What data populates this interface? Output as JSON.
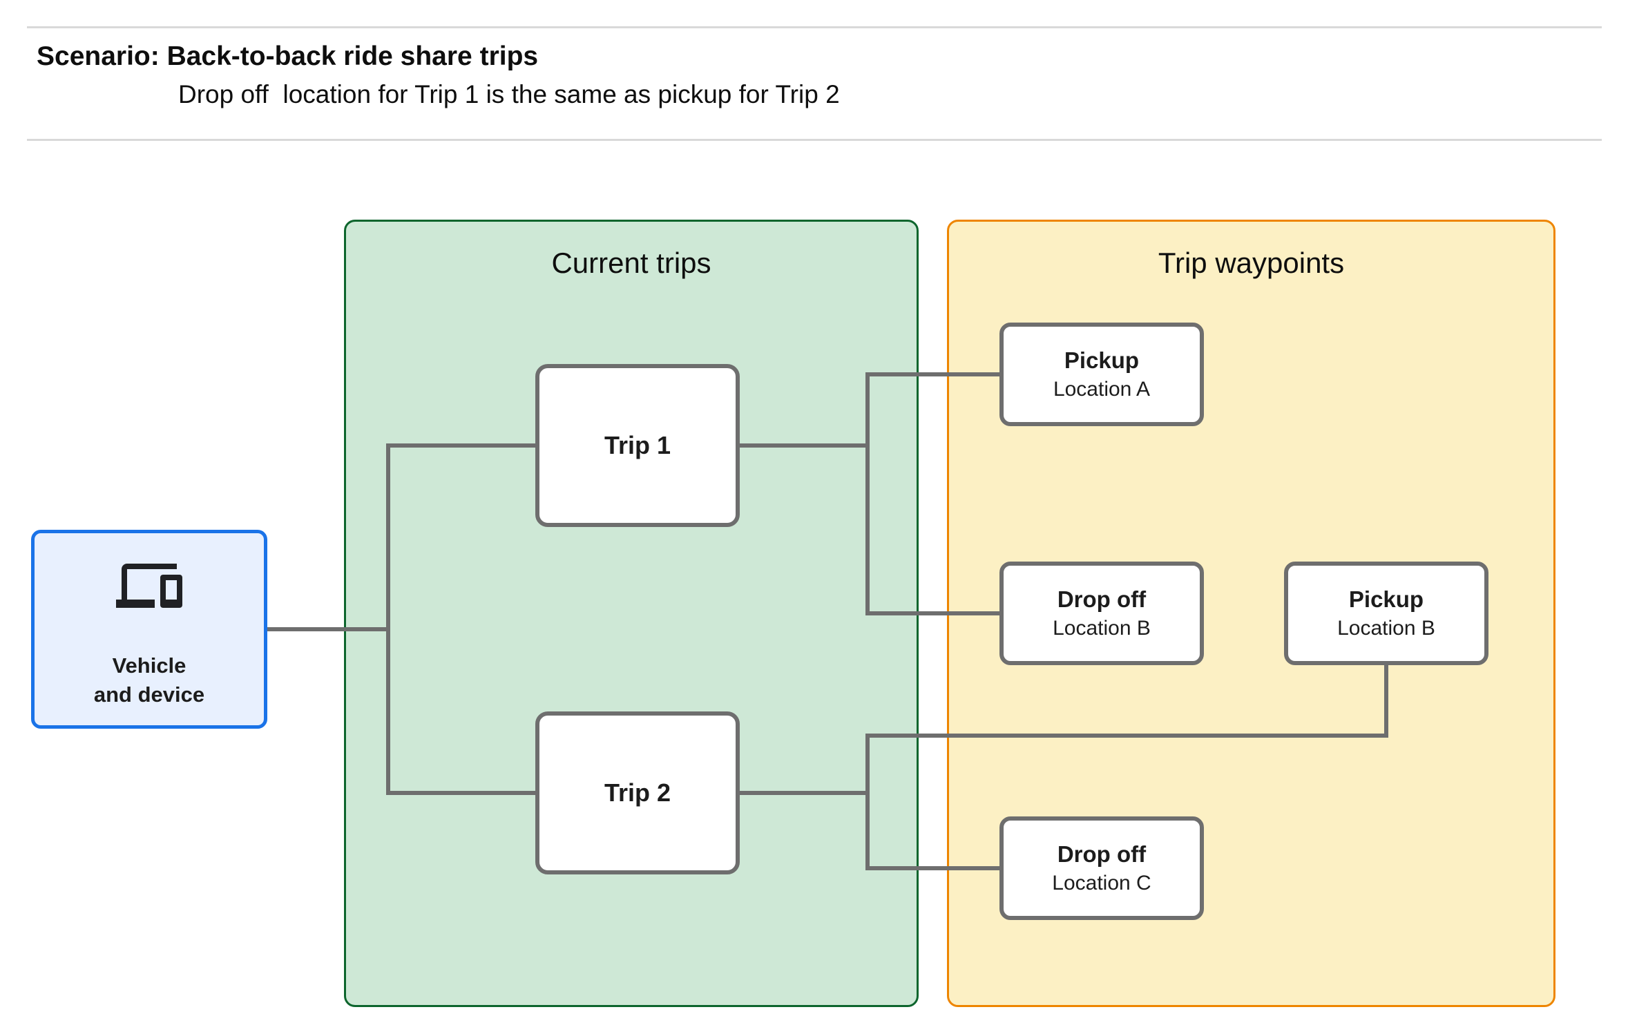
{
  "header": {
    "title": "Scenario: Back-to-back ride share trips",
    "subtitle": "Drop off  location for Trip 1 is the same as pickup for Trip 2"
  },
  "groups": {
    "current_trips": {
      "label": "Current trips"
    },
    "trip_waypoints": {
      "label": "Trip waypoints"
    }
  },
  "nodes": {
    "vehicle": {
      "line1": "Vehicle",
      "line2": "and device",
      "icon": "devices-icon"
    },
    "trip1": {
      "label": "Trip 1"
    },
    "trip2": {
      "label": "Trip 2"
    },
    "pickup_a": {
      "title": "Pickup",
      "subtitle": "Location A"
    },
    "dropoff_b": {
      "title": "Drop off",
      "subtitle": "Location B"
    },
    "pickup_b": {
      "title": "Pickup",
      "subtitle": "Location B"
    },
    "dropoff_c": {
      "title": "Drop off",
      "subtitle": "Location C"
    }
  },
  "colors": {
    "page_bg": "#ffffff",
    "divider": "#d9d9d9",
    "text": "#0e0e0e",
    "node_text": "#1c1c1c",
    "connector": "#6e6e6e",
    "node_border": "#6e6e6e",
    "green_fill": "#cee8d6",
    "green_border": "#0d652d",
    "yellow_fill": "#fcf0c4",
    "orange_border": "#ee8500",
    "blue_fill": "#e8f0fe",
    "blue_border": "#1a73e8"
  }
}
